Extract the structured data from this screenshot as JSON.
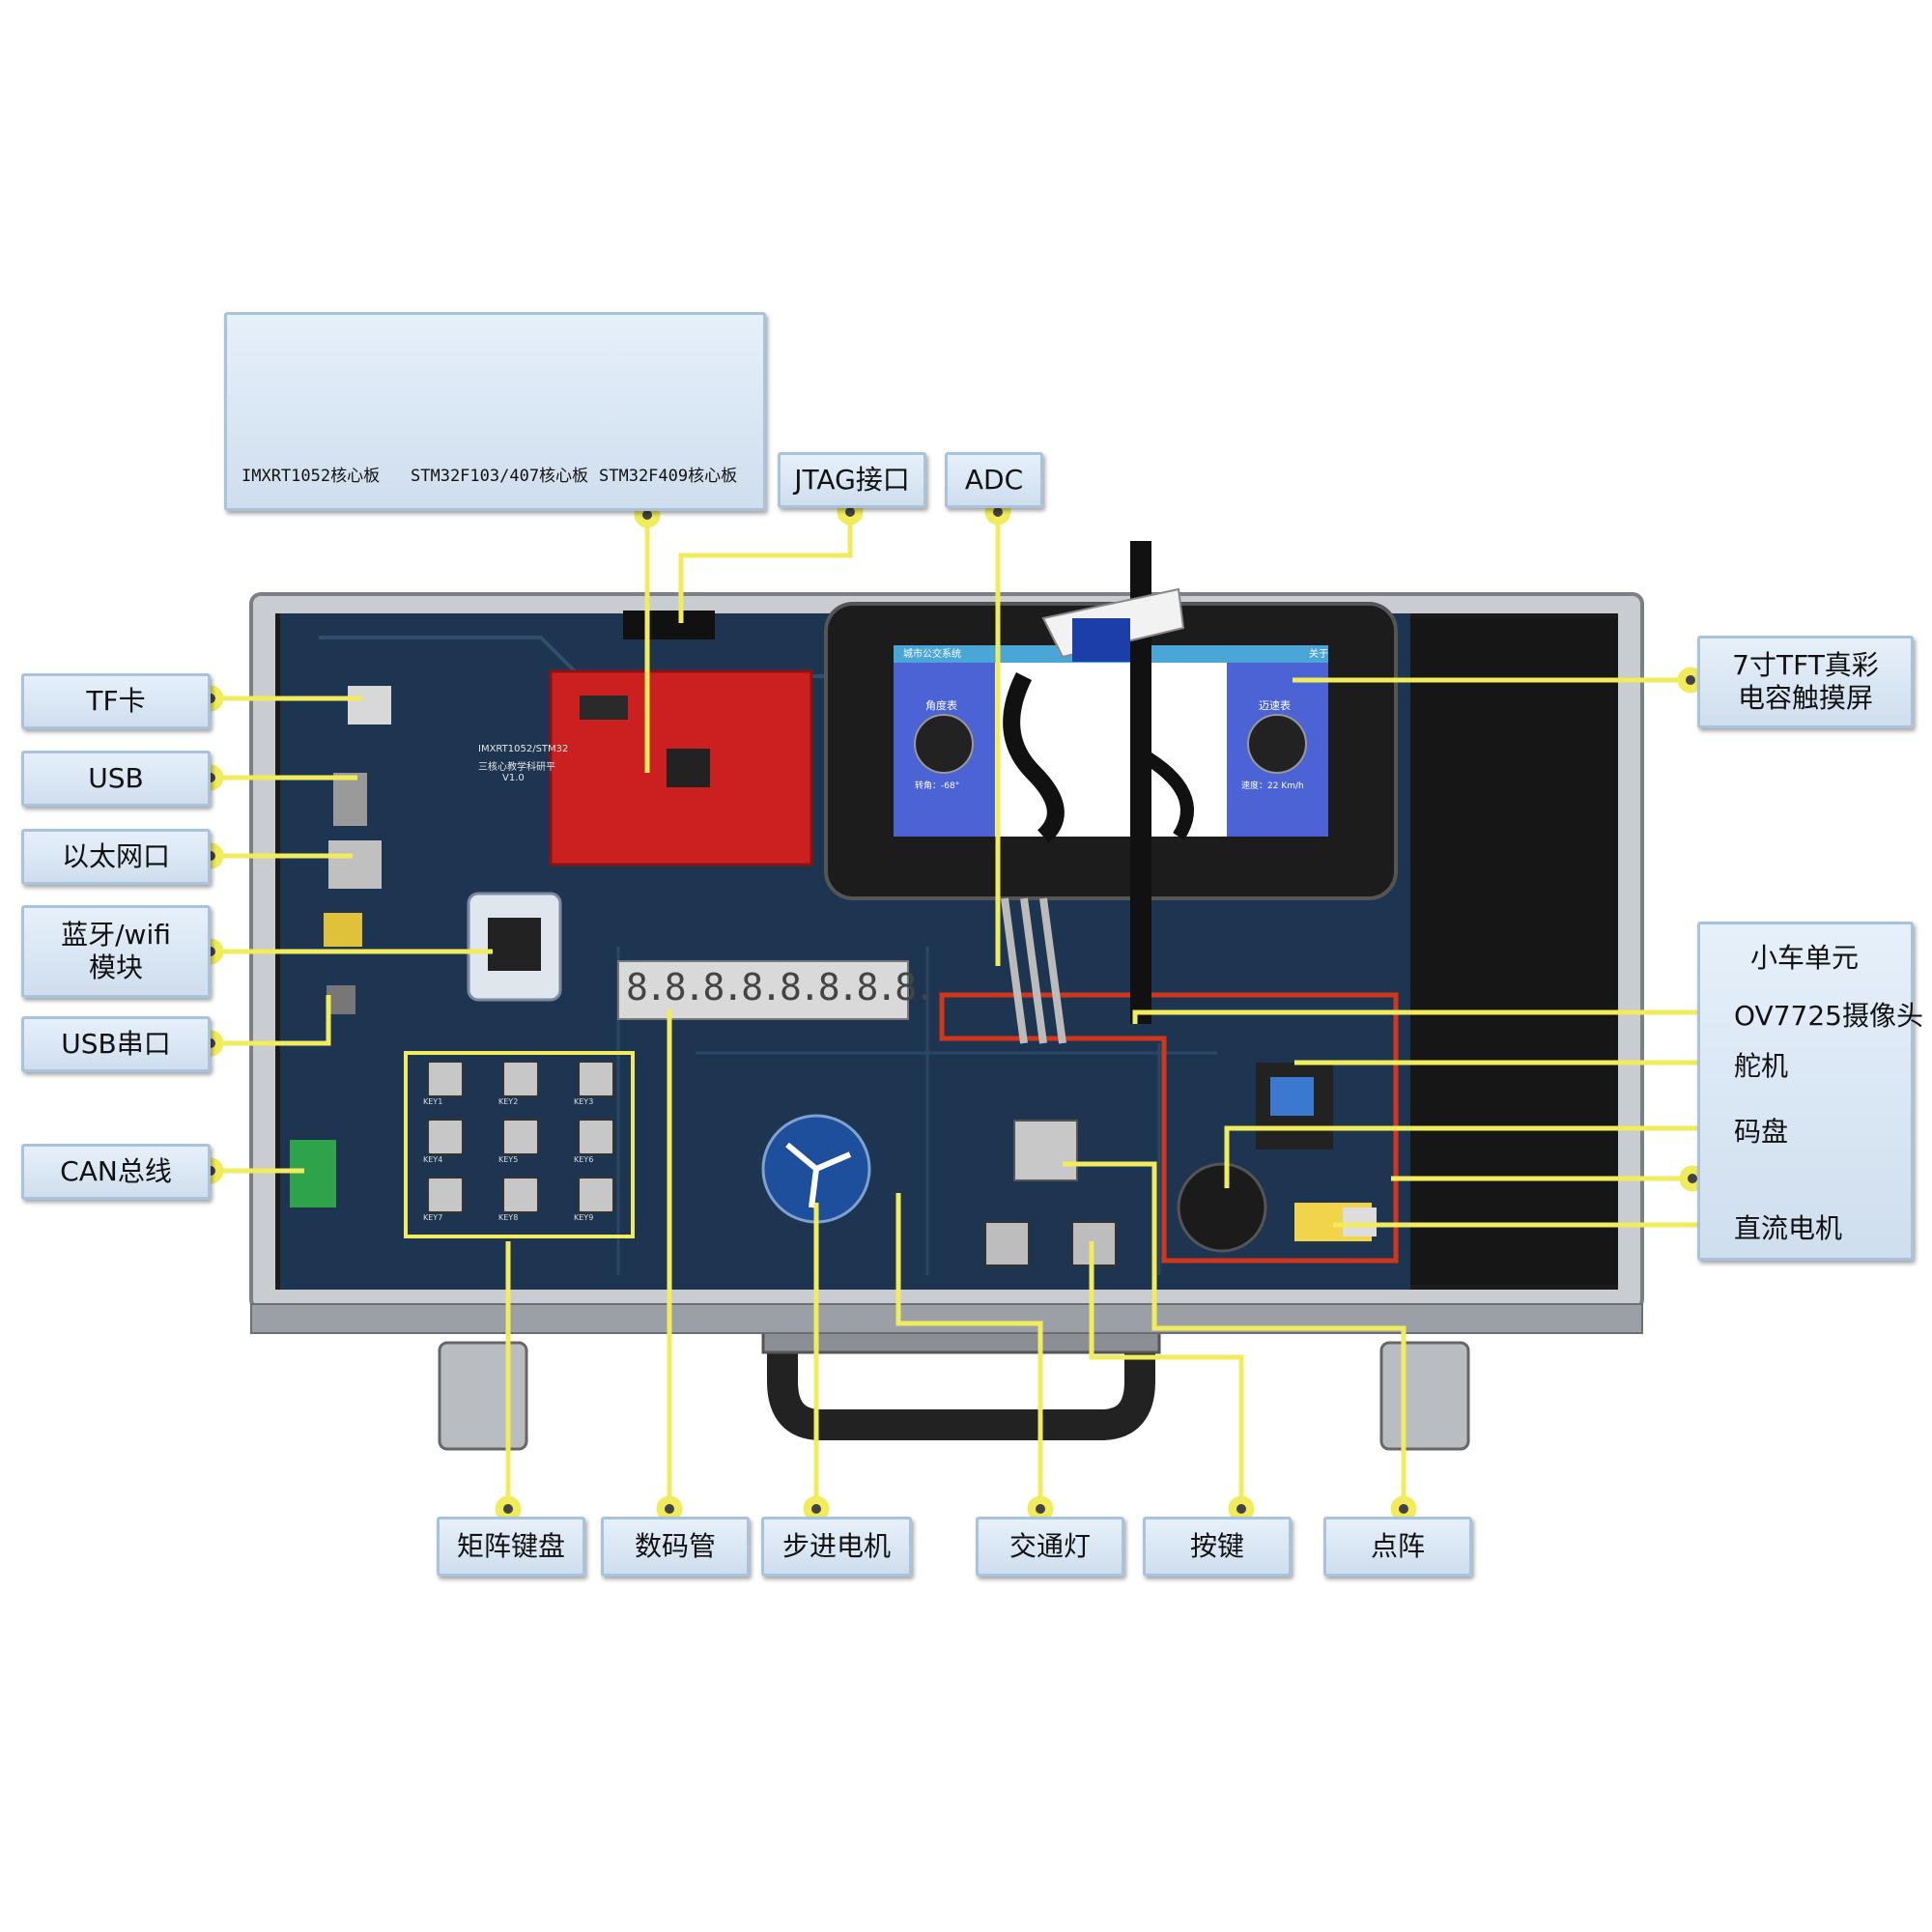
{
  "colors": {
    "leader": "#f1ec5c",
    "callout_bg": "#dde9f5",
    "board_blue": "#1d3550",
    "pcb_red": "#cc1f1f",
    "highlight_red": "#d2361a"
  },
  "core_boards": {
    "labels": [
      "IMXRT1052核心板",
      "STM32F103/407核心板",
      "STM32F409核心板"
    ]
  },
  "callouts": {
    "jtag": "JTAG接口",
    "adc": "ADC",
    "tf": "TF卡",
    "usb": "USB",
    "ethernet": "以太网口",
    "bt_wifi": "蓝牙/wifi\n模块",
    "usb_serial": "USB串口",
    "can": "CAN总线",
    "tft": "7寸TFT真彩\n电容触摸屏",
    "matrix_keypad": "矩阵键盘",
    "seven_seg": "数码管",
    "stepper": "步进电机",
    "traffic": "交通灯",
    "button": "按键",
    "dot_matrix": "点阵"
  },
  "car_unit": {
    "title": "小车单元",
    "items": [
      "OV7725摄像头",
      "舵机",
      "码盘",
      "直流电机"
    ]
  },
  "screen": {
    "app_title": "城市公交系统",
    "close": "关于",
    "angle_title": "角度表",
    "angle_value": "转角：-68°",
    "speed_title": "迈速表",
    "speed_value": "速度：22 Km/h"
  },
  "seven_seg_digits": "8.8.8.8.8.8.8.8.",
  "board_print": {
    "title1": "IMXRT1052/STM32",
    "title2": "三核心教学科研平",
    "version": "V1.0",
    "keys": [
      "KEY1",
      "KEY2",
      "KEY3",
      "KEY4",
      "KEY5",
      "KEY6",
      "KEY7",
      "KEY8",
      "KEY9"
    ]
  },
  "icons": [
    "dot-icon"
  ]
}
